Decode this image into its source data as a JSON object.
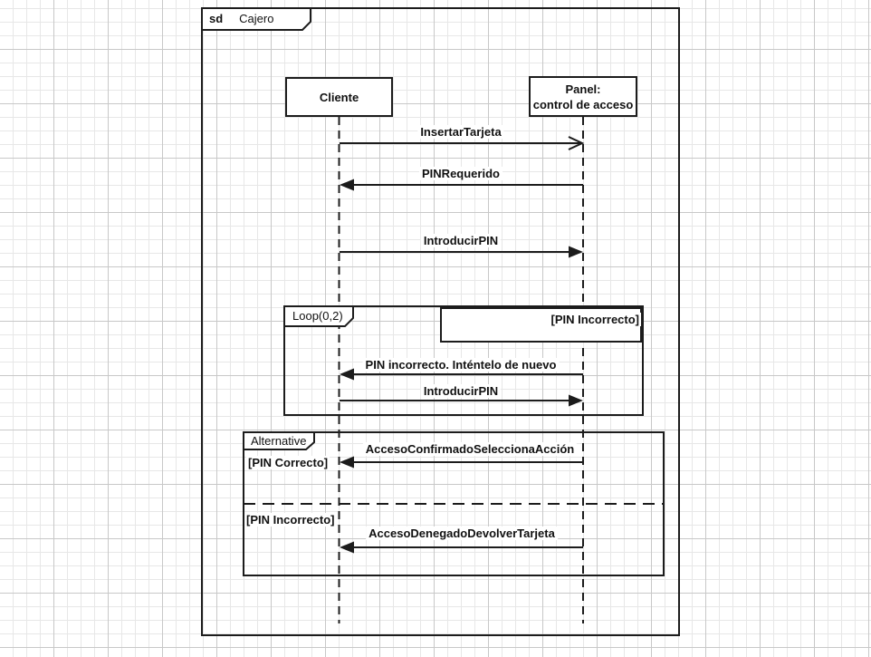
{
  "frame": {
    "operator": "sd",
    "title": "Cajero"
  },
  "lifelines": {
    "cliente": {
      "label": "Cliente"
    },
    "panel": {
      "line1": "Panel:",
      "line2": "control de acceso"
    }
  },
  "messages": {
    "insertar_tarjeta": {
      "label": "InsertarTarjeta",
      "from": "cliente",
      "to": "panel",
      "arrowhead": "open"
    },
    "pin_requerido": {
      "label": "PINRequerido",
      "from": "panel",
      "to": "cliente",
      "arrowhead": "filled"
    },
    "introducir_pin": {
      "label": "IntroducirPIN",
      "from": "cliente",
      "to": "panel",
      "arrowhead": "filled"
    }
  },
  "loop_fragment": {
    "operator": "Loop(0,2)",
    "guard": "[PIN Incorrecto]",
    "messages": {
      "retry_prompt": {
        "label": "PIN incorrecto. Inténtelo de nuevo",
        "from": "panel",
        "to": "cliente",
        "arrowhead": "filled"
      },
      "introducir_pin": {
        "label": "IntroducirPIN",
        "from": "cliente",
        "to": "panel",
        "arrowhead": "filled"
      }
    }
  },
  "alt_fragment": {
    "operator": "Alternative",
    "sections": [
      {
        "guard": "[PIN Correcto]",
        "message": {
          "label": "AccesoConfirmadoSeleccionaAcción",
          "from": "panel",
          "to": "cliente",
          "arrowhead": "filled"
        }
      },
      {
        "guard": "[PIN Incorrecto]",
        "message": {
          "label": "AccesoDenegadoDevolverTarjeta",
          "from": "panel",
          "to": "cliente",
          "arrowhead": "filled"
        }
      }
    ]
  },
  "colors": {
    "line": "#1c1c1c",
    "text": "#111111",
    "canvas": "#ffffff",
    "shape_fill": "#ffffff",
    "grid_minor": "#e7e7e7",
    "grid_major": "#c8c8c8"
  }
}
